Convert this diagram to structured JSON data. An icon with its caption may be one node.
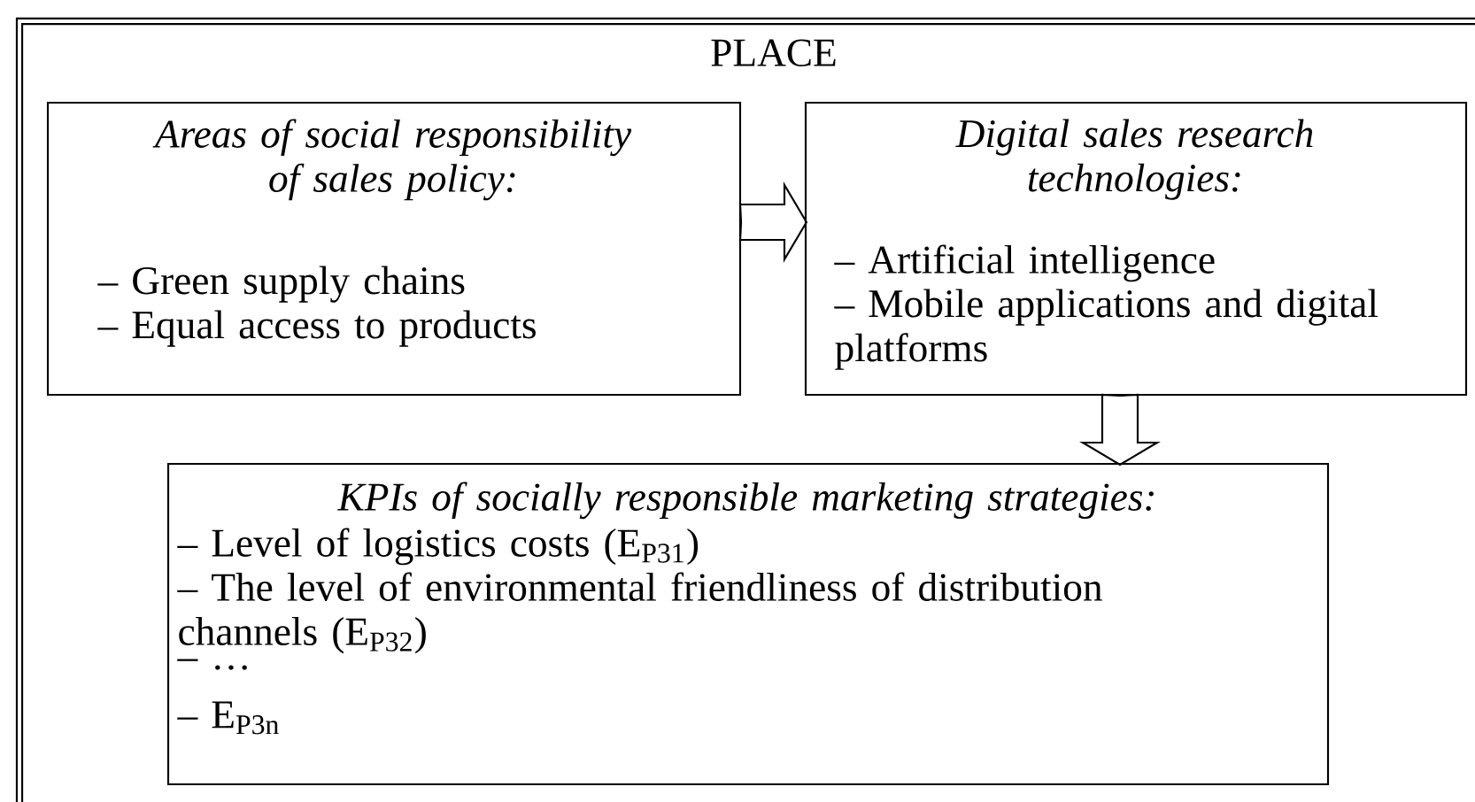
{
  "diagram": {
    "nodes": [
      {
        "text": [
          "PLACE"
        ]
      },
      {
        "text": [
          "Areas of social responsibility of sales policy:",
          "– Green supply chains",
          "– Equal access to products"
        ],
        "in": 0
      },
      {
        "text": [
          "Digital sales research technologies:",
          "– Artificial intelligence",
          "– Mobile applications and digital platforms"
        ],
        "in": 0
      },
      {
        "text": [
          "KPIs of socially responsible marketing strategies:",
          "– Level of logistics costs (E$_{P31}$)",
          "– The level of environmental friendliness of distribution channels (E$_{P32}$)",
          "– …",
          "– E$_{P3n}$"
        ],
        "in": 0
      }
    ],
    "edges": [
      {
        "from": 1,
        "to": 2,
        "arrow": "to"
      },
      {
        "from": 2,
        "to": 3,
        "arrow": "to"
      }
    ]
  }
}
